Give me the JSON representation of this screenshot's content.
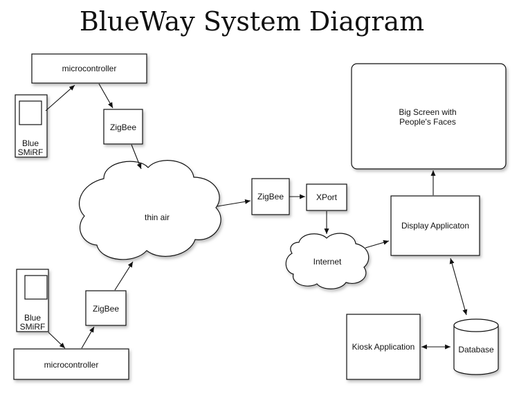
{
  "title": "BlueWay System Diagram",
  "nodes": {
    "mc_top": "microcontroller",
    "zigbee_top": "ZigBee",
    "bluesmirf_top": [
      "Blue",
      "SMiRF"
    ],
    "thin_air": "thin air",
    "zigbee_bottom": "ZigBee",
    "bluesmirf_bottom": [
      "Blue",
      "SMiRF"
    ],
    "mc_bottom": "microcontroller",
    "zigbee_mid": "ZigBee",
    "xport": "XPort",
    "internet": "Internet",
    "big_screen": [
      "Big Screen with",
      "People's Faces"
    ],
    "display_app": "Display Applicaton",
    "kiosk_app": "Kiosk Application",
    "database": "Database"
  },
  "colors": {
    "stroke": "#111111",
    "fill": "#ffffff",
    "shadow": "#888888"
  }
}
